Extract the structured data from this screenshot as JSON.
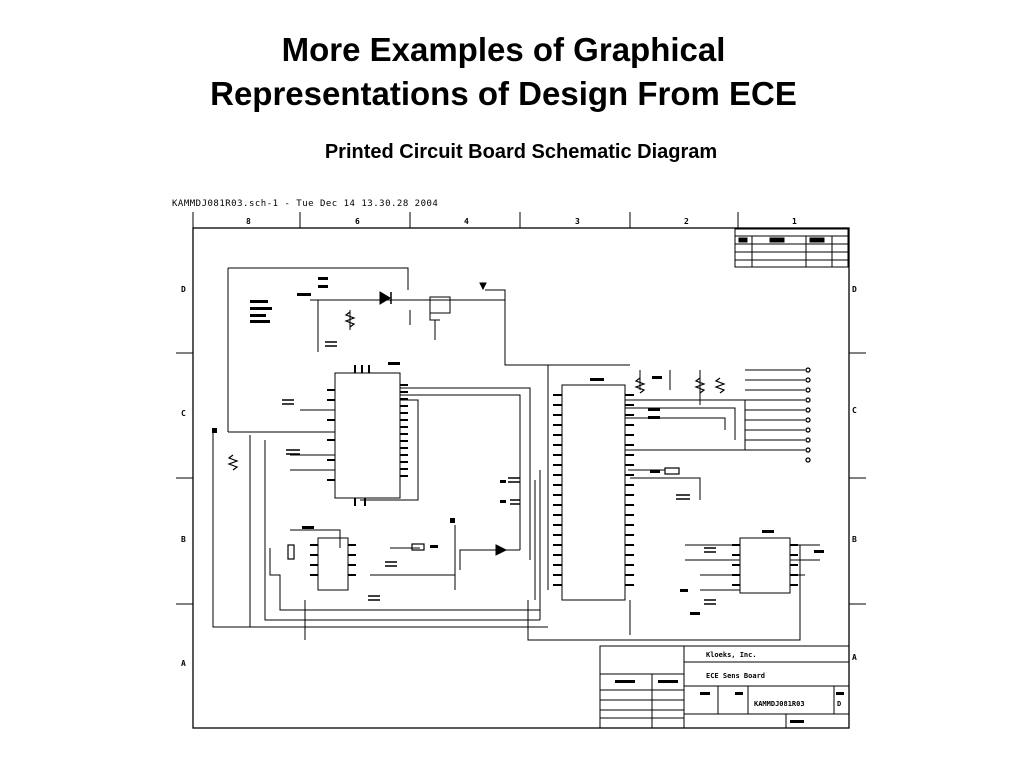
{
  "slide": {
    "title_line1": "More Examples of Graphical",
    "title_line2": "Representations of Design From ECE",
    "subtitle": "Printed Circuit Board Schematic Diagram"
  },
  "schematic": {
    "header": "KAMMDJ081R03.sch-1 - Tue Dec 14 13.30.28 2004",
    "col_markers": [
      "8",
      "6",
      "4",
      "3",
      "2",
      "1"
    ],
    "row_markers_left": [
      "D",
      "C",
      "B",
      "A"
    ],
    "row_markers_right": [
      "D",
      "C",
      "B",
      "A"
    ],
    "title_block": {
      "company": "Kloeks, Inc.",
      "board": "ECE Sens Board",
      "doc_number": "KAMMDJ081R03",
      "rev": "D"
    },
    "colors": {
      "ink": "#000000",
      "paper": "#ffffff"
    }
  }
}
